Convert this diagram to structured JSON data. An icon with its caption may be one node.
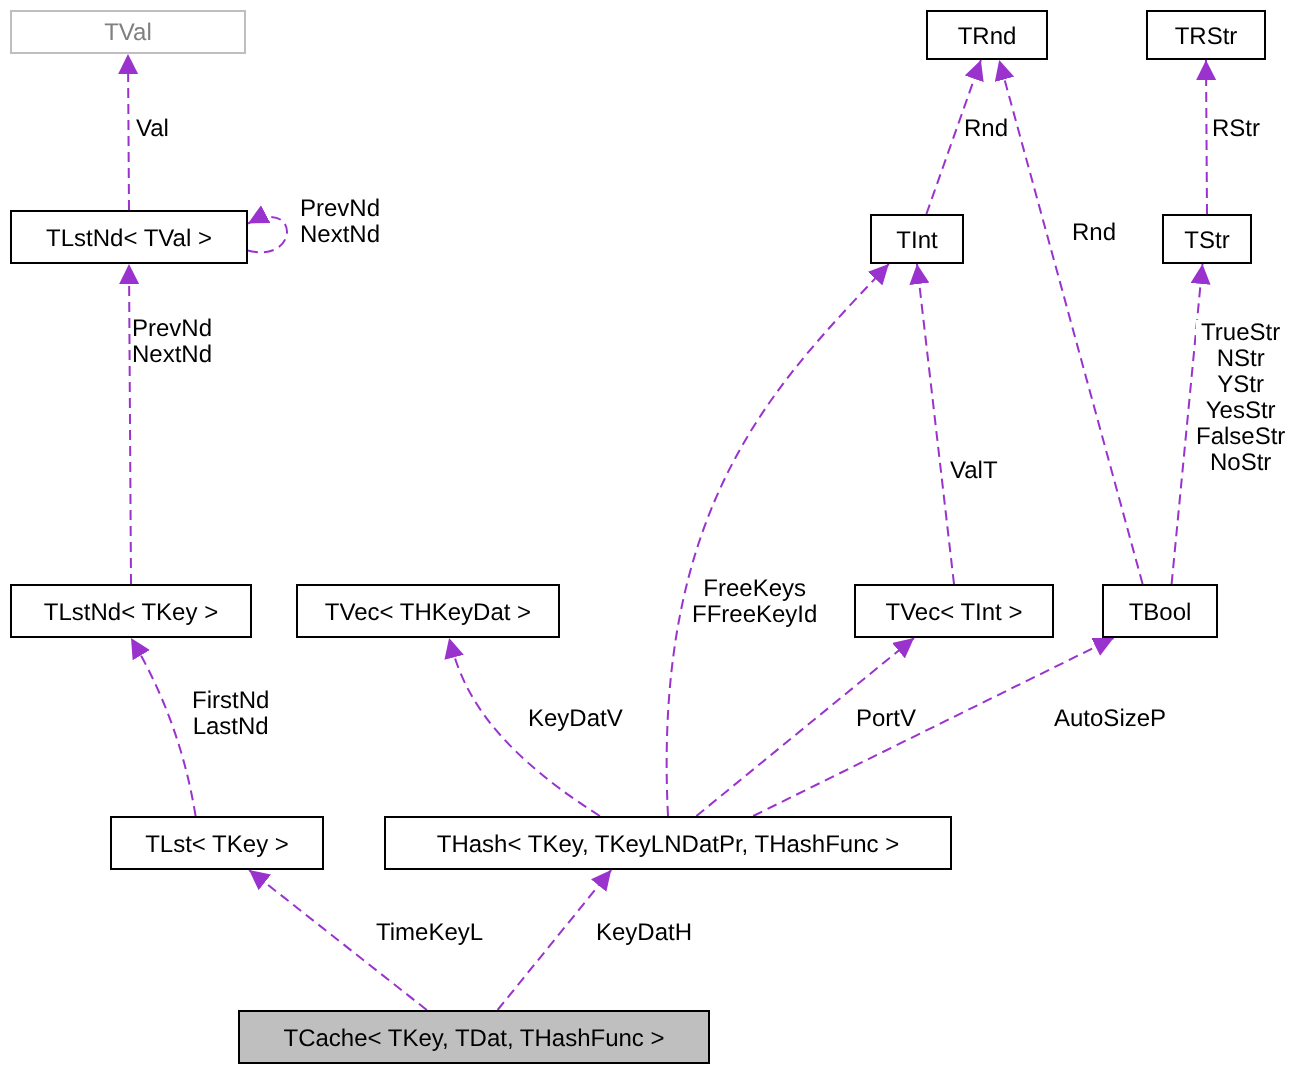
{
  "diagram": {
    "nodes": [
      {
        "text": [
          "TVal"
        ]
      },
      {
        "text": [
          "TRnd"
        ]
      },
      {
        "text": [
          "TRStr"
        ]
      },
      {
        "text": [
          "TLstNd< TVal >"
        ]
      },
      {
        "text": [
          "TInt"
        ]
      },
      {
        "text": [
          "TStr"
        ]
      },
      {
        "text": [
          "TLstNd< TKey >"
        ]
      },
      {
        "text": [
          "TVec< THKeyDat >"
        ]
      },
      {
        "text": [
          "TVec< TInt >"
        ]
      },
      {
        "text": [
          "TBool"
        ]
      },
      {
        "text": [
          "TLst< TKey >"
        ]
      },
      {
        "text": [
          "THash< TKey, TKeyLNDatPr, THashFunc >"
        ]
      },
      {
        "text": [
          "TCache< TKey, TDat, THashFunc >"
        ]
      }
    ],
    "edges": [
      {
        "from": 3,
        "to": 0,
        "arrow": "to",
        "label": "Val",
        "style": "dashed"
      },
      {
        "from": 3,
        "to": 3,
        "arrow": "to",
        "label": "PrevNd NextNd",
        "style": "dashed"
      },
      {
        "from": 6,
        "to": 3,
        "arrow": "to",
        "label": "PrevNd NextNd",
        "style": "dashed"
      },
      {
        "from": 4,
        "to": 1,
        "arrow": "to",
        "label": "Rnd",
        "style": "dashed"
      },
      {
        "from": 9,
        "to": 1,
        "arrow": "to",
        "label": "Rnd",
        "style": "dashed"
      },
      {
        "from": 5,
        "to": 2,
        "arrow": "to",
        "label": "RStr",
        "style": "dashed"
      },
      {
        "from": 9,
        "to": 5,
        "arrow": "to",
        "label": "TrueStr NStr YStr YesStr FalseStr NoStr",
        "style": "dashed"
      },
      {
        "from": 8,
        "to": 4,
        "arrow": "to",
        "label": "ValT",
        "style": "dashed"
      },
      {
        "from": 11,
        "to": 4,
        "arrow": "to",
        "label": "FreeKeys FFreeKeyId",
        "style": "dashed"
      },
      {
        "from": 11,
        "to": 7,
        "arrow": "to",
        "label": "KeyDatV",
        "style": "dashed"
      },
      {
        "from": 11,
        "to": 8,
        "arrow": "to",
        "label": "PortV",
        "style": "dashed"
      },
      {
        "from": 11,
        "to": 9,
        "arrow": "to",
        "label": "AutoSizeP",
        "style": "dashed"
      },
      {
        "from": 10,
        "to": 6,
        "arrow": "to",
        "label": "FirstNd LastNd",
        "style": "dashed"
      },
      {
        "from": 12,
        "to": 10,
        "arrow": "to",
        "label": "TimeKeyL",
        "style": "dashed"
      },
      {
        "from": 12,
        "to": 11,
        "arrow": "to",
        "label": "KeyDatH",
        "style": "dashed"
      }
    ]
  }
}
